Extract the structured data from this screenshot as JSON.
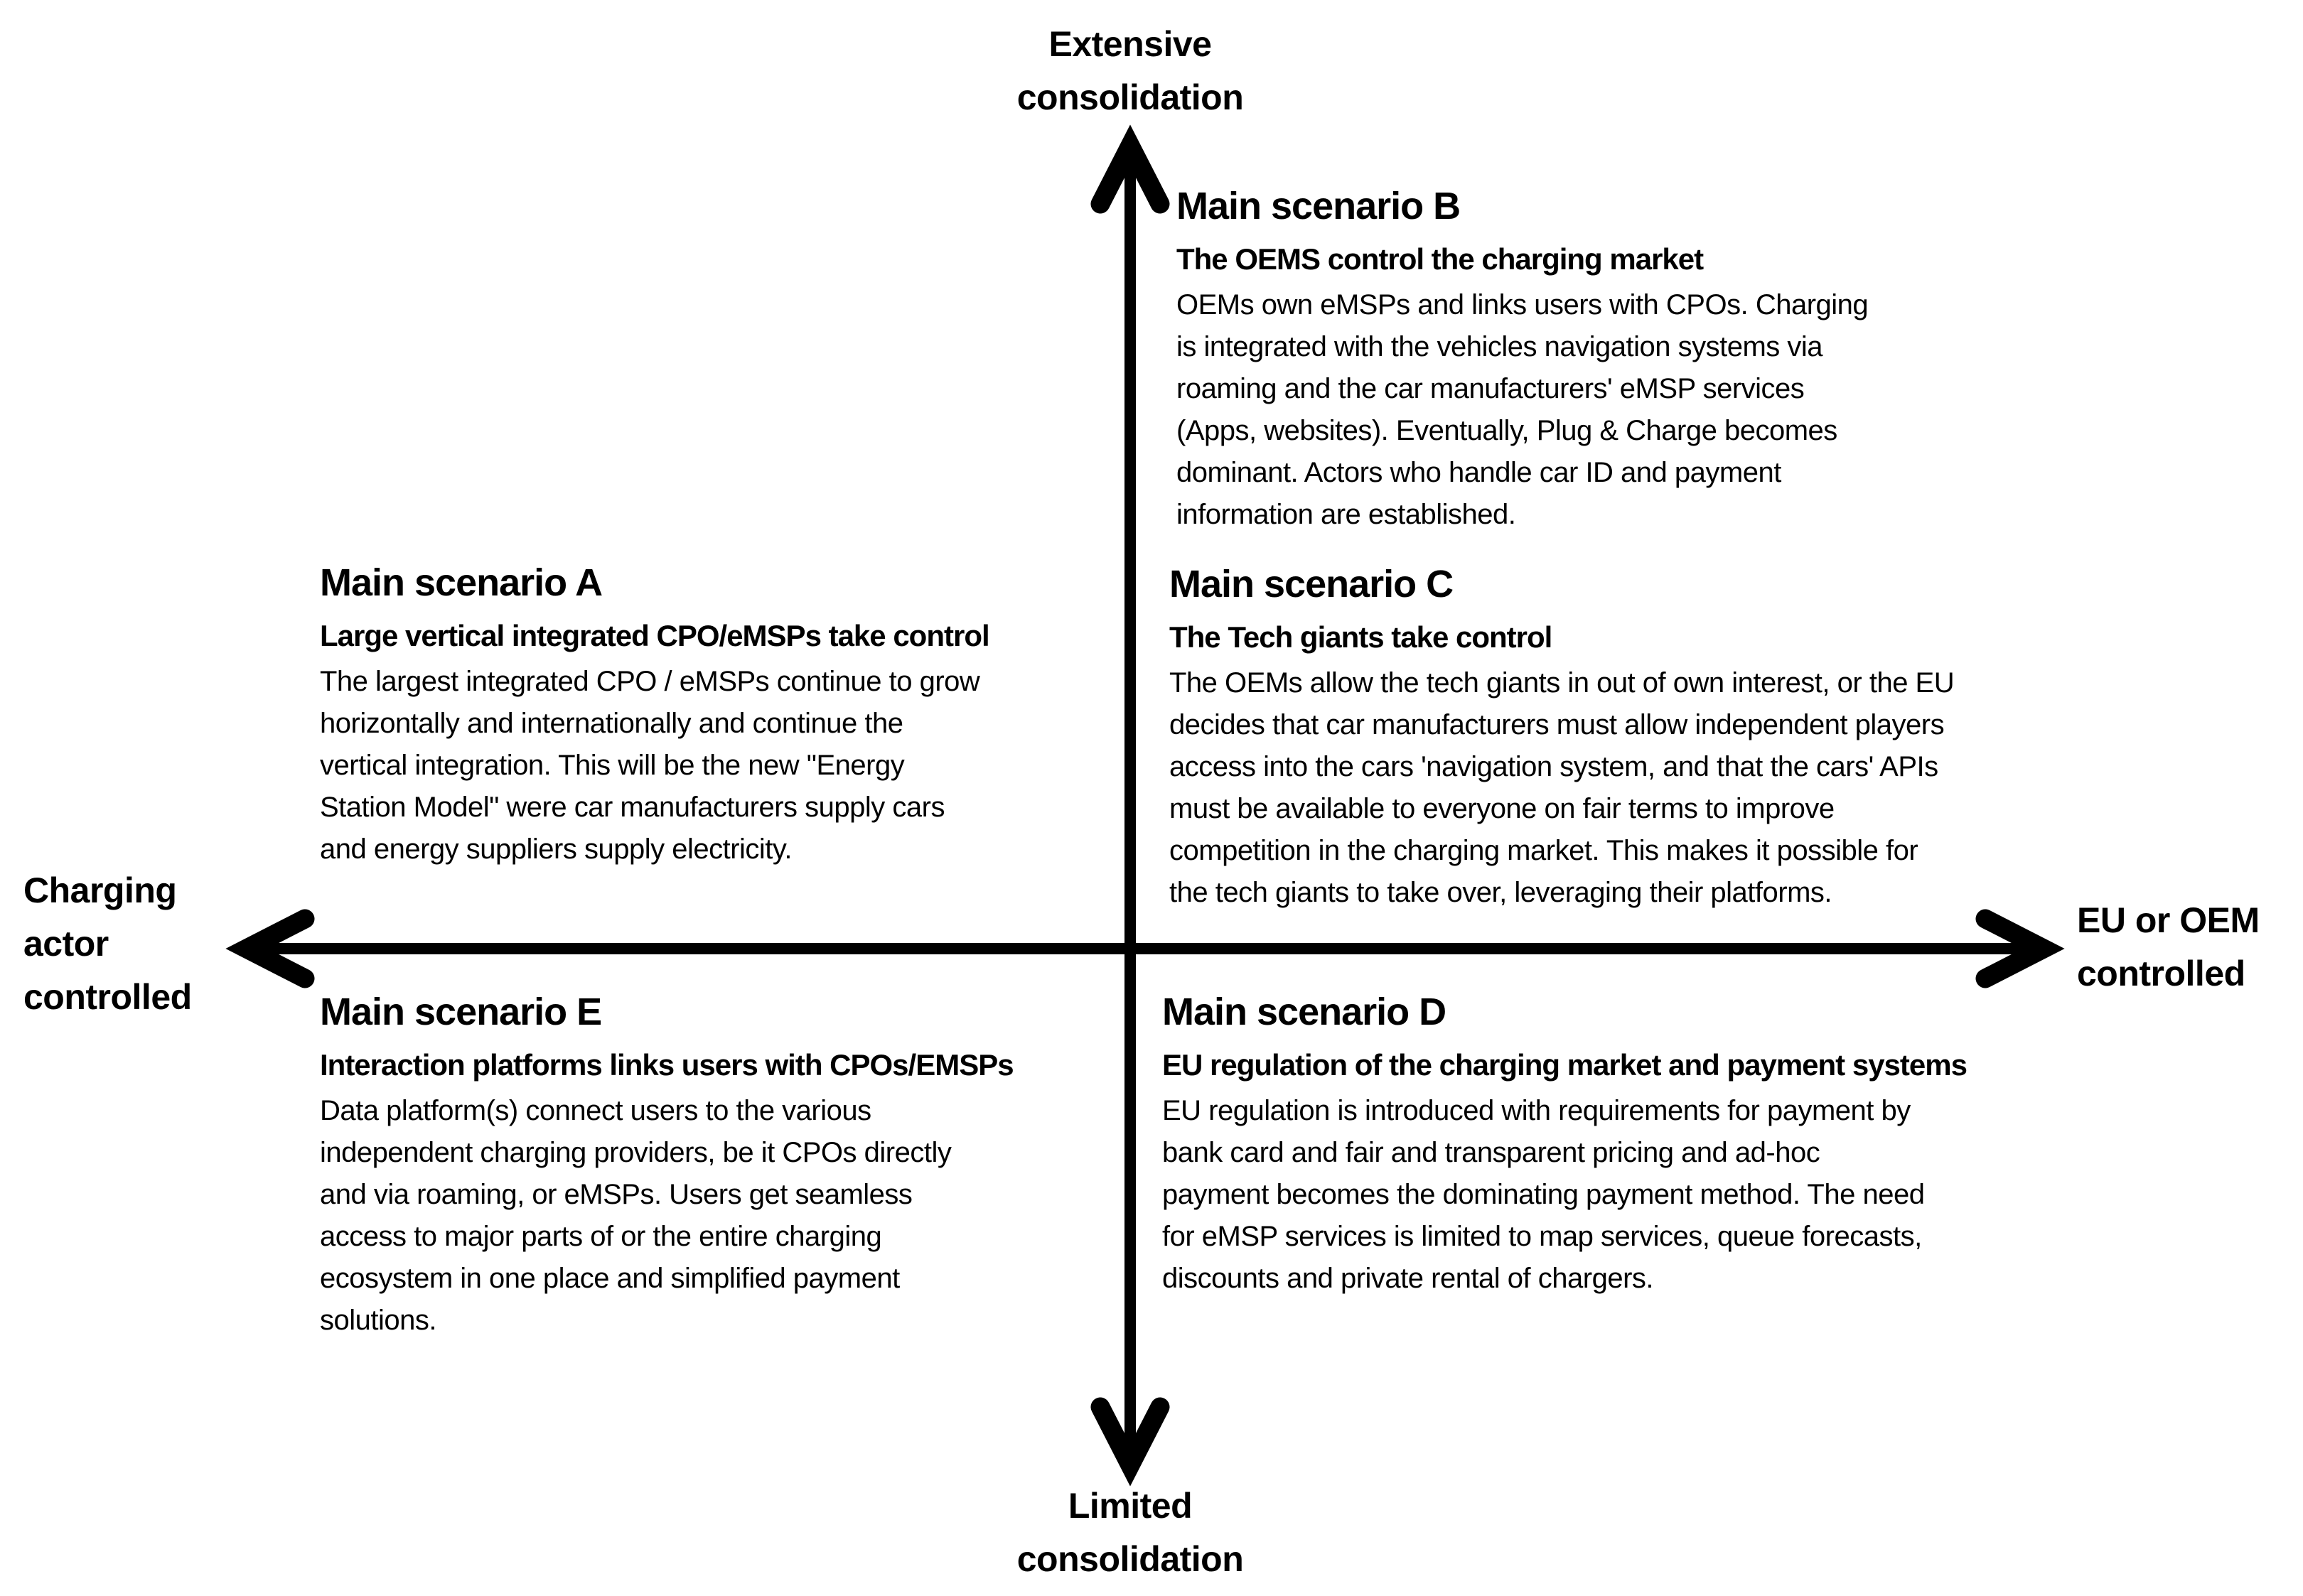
{
  "axes": {
    "color": "#000000",
    "top_label_lines": [
      "Extensive",
      "consolidation"
    ],
    "bottom_label_lines": [
      "Limited",
      "consolidation"
    ],
    "left_label_lines": [
      "Charging",
      "actor",
      "controlled"
    ],
    "right_label_lines": [
      "EU or OEM",
      "controlled"
    ]
  },
  "scenarios": {
    "b": {
      "heading": "Main scenario B",
      "subtitle": "The OEMS control the charging market",
      "body_lines": [
        "OEMs own eMSPs and links users with CPOs. Charging",
        "is integrated with the vehicles navigation systems via",
        "roaming and the car manufacturers' eMSP services",
        "(Apps, websites). Eventually, Plug & Charge becomes",
        "dominant. Actors who handle car ID and payment",
        "information are established."
      ]
    },
    "a": {
      "heading": "Main scenario A",
      "subtitle": "Large vertical integrated CPO/eMSPs take control",
      "body_lines": [
        "The largest integrated CPO / eMSPs continue to grow",
        "horizontally and internationally and continue the",
        "vertical integration. This will be the new \"Energy",
        "Station Model\" were car manufacturers supply cars",
        "and energy suppliers supply electricity."
      ]
    },
    "c": {
      "heading": "Main scenario C",
      "subtitle": "The Tech giants take control",
      "body_lines": [
        "The OEMs allow the tech giants in out of own interest, or the EU",
        "decides that car manufacturers must allow independent players",
        "access into the cars 'navigation system, and that the cars' APIs",
        "must be available to everyone on fair terms to improve",
        "competition in the charging market. This makes it possible for",
        "the tech giants to take over, leveraging their platforms."
      ]
    },
    "e": {
      "heading": "Main scenario E",
      "subtitle": "Interaction platforms links users with CPOs/EMSPs",
      "body_lines": [
        "Data platform(s) connect users to the various",
        "independent charging providers, be it CPOs directly",
        "and via roaming, or eMSPs. Users get seamless",
        "access to major parts of or the entire charging",
        "ecosystem in one place and simplified payment",
        "solutions."
      ]
    },
    "d": {
      "heading": "Main scenario D",
      "subtitle": "EU regulation of the charging market and payment systems",
      "body_lines": [
        "EU regulation is introduced with requirements for payment by",
        "bank card and fair and transparent pricing and ad-hoc",
        "payment becomes the dominating payment method. The need",
        "for eMSP services is limited to map services, queue forecasts,",
        "discounts and private rental of chargers."
      ]
    }
  }
}
